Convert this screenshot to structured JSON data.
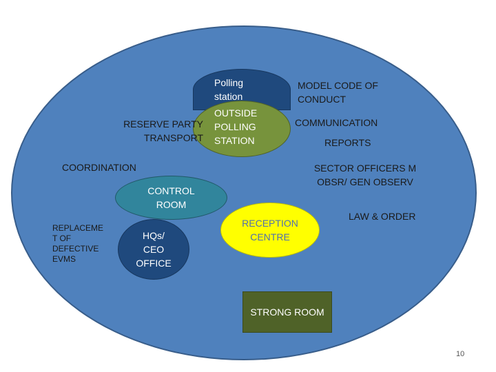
{
  "diagram": {
    "colors": {
      "outer": "#4f81bd",
      "polling_station": "#1f497d",
      "outside_polling": "#77933c",
      "control_room": "#31859c",
      "hqs": "#1f497d",
      "reception": "#ffff00",
      "strong_room": "#4f6228"
    },
    "nodes": {
      "polling_station": "Polling station",
      "outside_polling_station": "OUTSIDE POLLING STATION",
      "control_room": "CONTROL ROOM",
      "hqs_ceo_office": "HQs/ CEO OFFICE",
      "reception_centre": "RECEPTION CENTRE",
      "strong_room": "STRONG ROOM"
    },
    "labels": {
      "model_code": "MODEL CODE OF CONDUCT",
      "reserve_party": "RESERVE PARTY TRANSPORT",
      "communication": "COMMUNICATION",
      "reports": "REPORTS",
      "coordination": "COORDINATION",
      "sector_officers": "SECTOR OFFICERS M OBSR/ GEN OBSERV",
      "law_order": "LAW & ORDER",
      "replacement": "REPLACEME T OF DEFECTIVE EVMS"
    }
  },
  "page_number": "10"
}
